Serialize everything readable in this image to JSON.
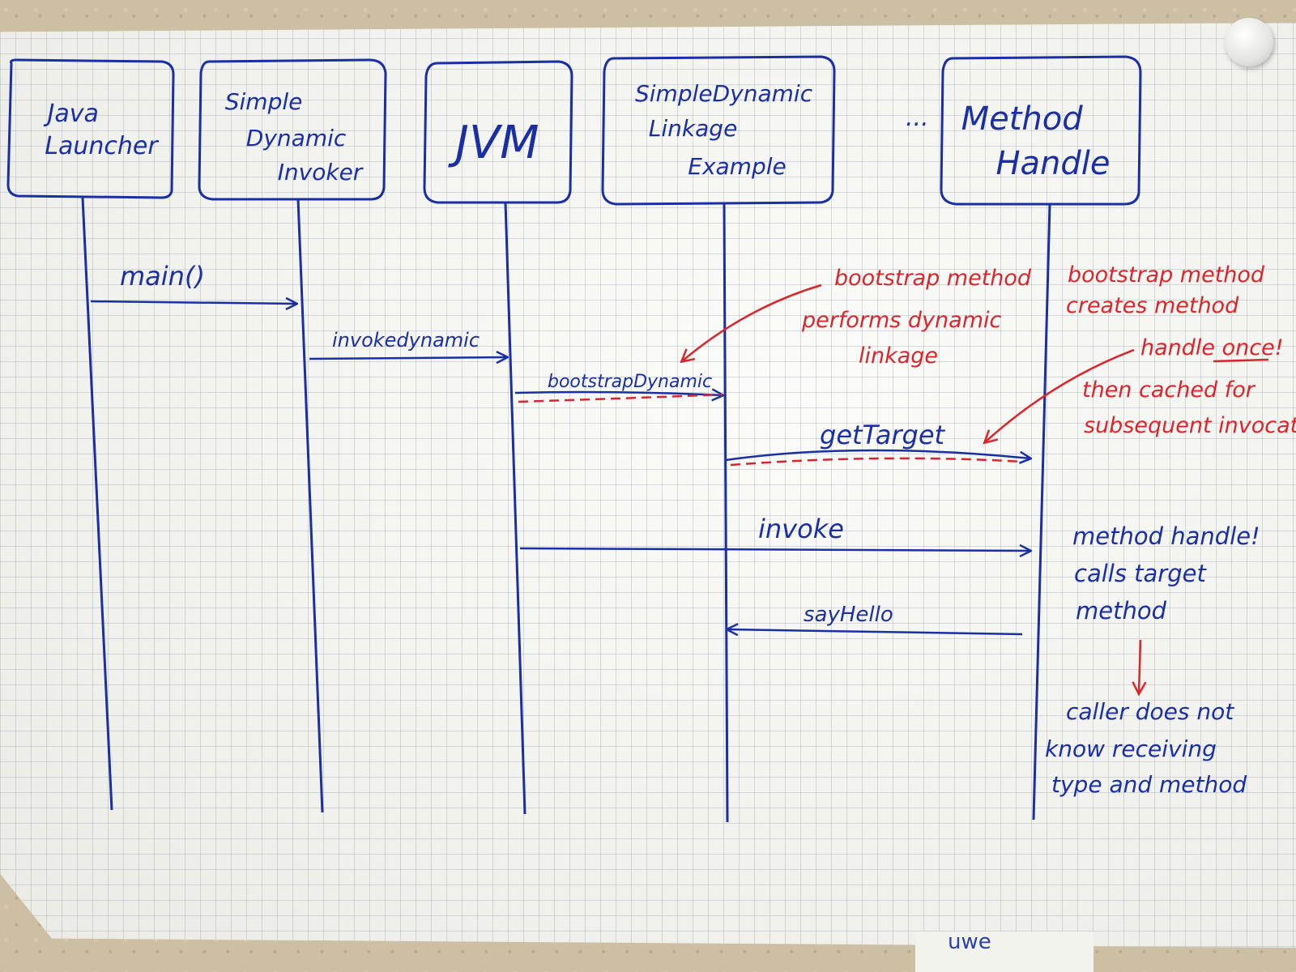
{
  "participants": [
    {
      "id": "launcher",
      "lines": [
        "Java",
        "Launcher"
      ]
    },
    {
      "id": "invoker",
      "lines": [
        "Simple",
        "Dynamic",
        "Invoker"
      ]
    },
    {
      "id": "jvm",
      "lines": [
        "JVM"
      ]
    },
    {
      "id": "example",
      "lines": [
        "SimpleDynamic",
        "Linkage",
        "Example"
      ]
    },
    {
      "id": "handle",
      "lines": [
        "Method",
        "Handle"
      ]
    }
  ],
  "ellipsis": "...",
  "messages": [
    {
      "label": "main()"
    },
    {
      "label": "invokedynamic"
    },
    {
      "label": "bootstrapDynamic"
    },
    {
      "label": "getTarget"
    },
    {
      "label": "invoke"
    },
    {
      "label": "sayHello"
    }
  ],
  "notes": {
    "bootstrap_linkage": [
      "bootstrap method",
      "performs dynamic",
      "linkage"
    ],
    "bootstrap_creates": [
      "bootstrap method",
      "creates method",
      "handle once!",
      "then cached for",
      "subsequent invocation"
    ],
    "handle_calls": [
      "method handle!",
      "calls target",
      "method"
    ],
    "caller_unaware": [
      "caller does not",
      "know receiving",
      "type and method"
    ]
  },
  "under_sheet_text": "uwe",
  "colors": {
    "ink_blue": "#1a2fa3",
    "ink_red": "#d8262c",
    "paper": "#f6f6f1"
  }
}
